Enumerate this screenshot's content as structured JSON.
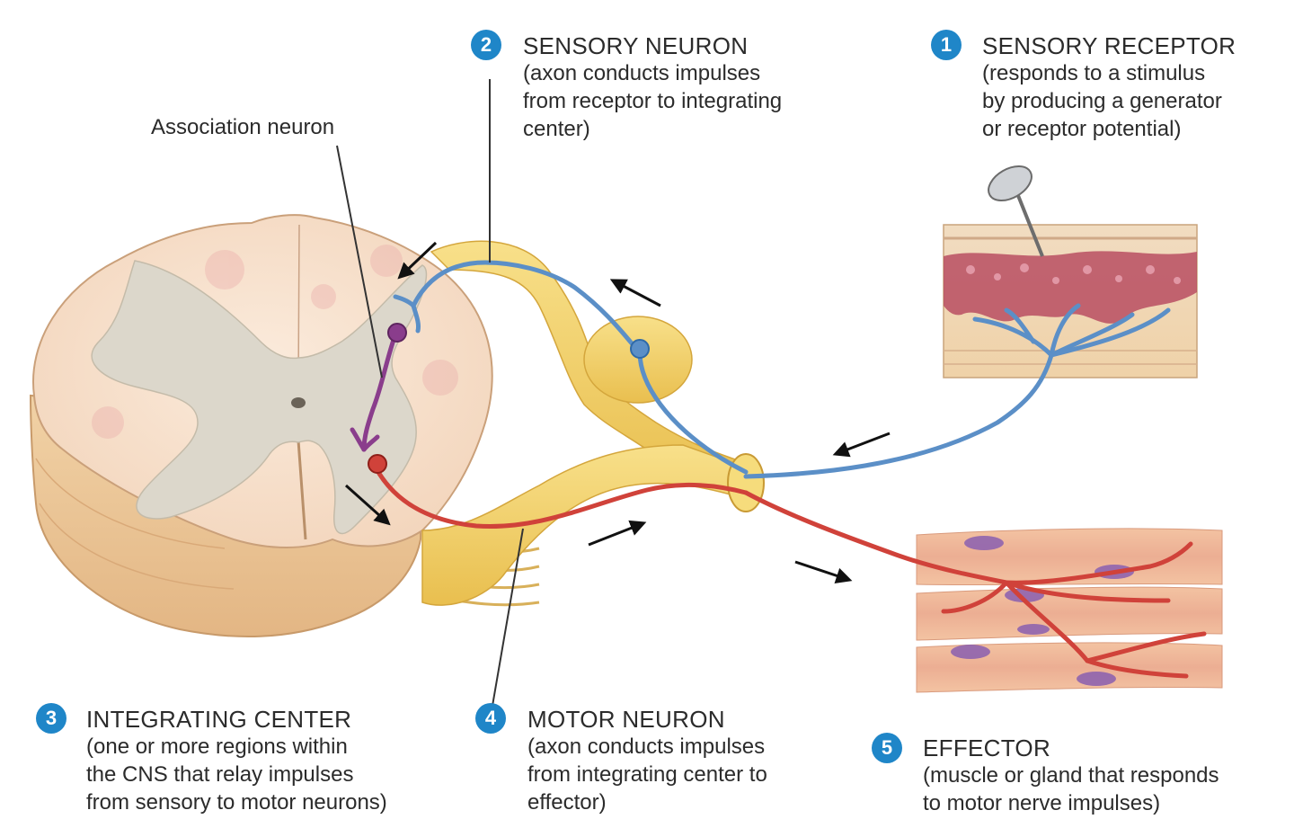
{
  "labels": [
    {
      "num": "1",
      "title": "SENSORY RECEPTOR",
      "lines": [
        "(responds to a stimulus",
        "by producing a generator",
        "or receptor potential)"
      ]
    },
    {
      "num": "2",
      "title": "SENSORY NEURON",
      "lines": [
        "(axon conducts impulses",
        "from receptor to integrating",
        "center)"
      ]
    },
    {
      "num": "3",
      "title": "INTEGRATING CENTER",
      "lines": [
        "(one or more regions within",
        "the CNS that relay impulses",
        "from sensory to motor neurons)"
      ]
    },
    {
      "num": "4",
      "title": "MOTOR NEURON",
      "lines": [
        "(axon conducts impulses",
        "from integrating center to",
        "effector)"
      ]
    },
    {
      "num": "5",
      "title": "EFFECTOR",
      "lines": [
        "(muscle or gland that responds",
        "to motor nerve impulses)"
      ]
    }
  ],
  "association_label": "Association neuron",
  "colors": {
    "badge": "#1f86c8",
    "sensory_neuron": "#5b8fc7",
    "motor_neuron": "#d0423a",
    "association_neuron": "#8a3d8c",
    "spinal_white_matter": "#f7e2cf",
    "spinal_gray_matter": "#ddd8cc",
    "nerve": "#f1d06a"
  }
}
